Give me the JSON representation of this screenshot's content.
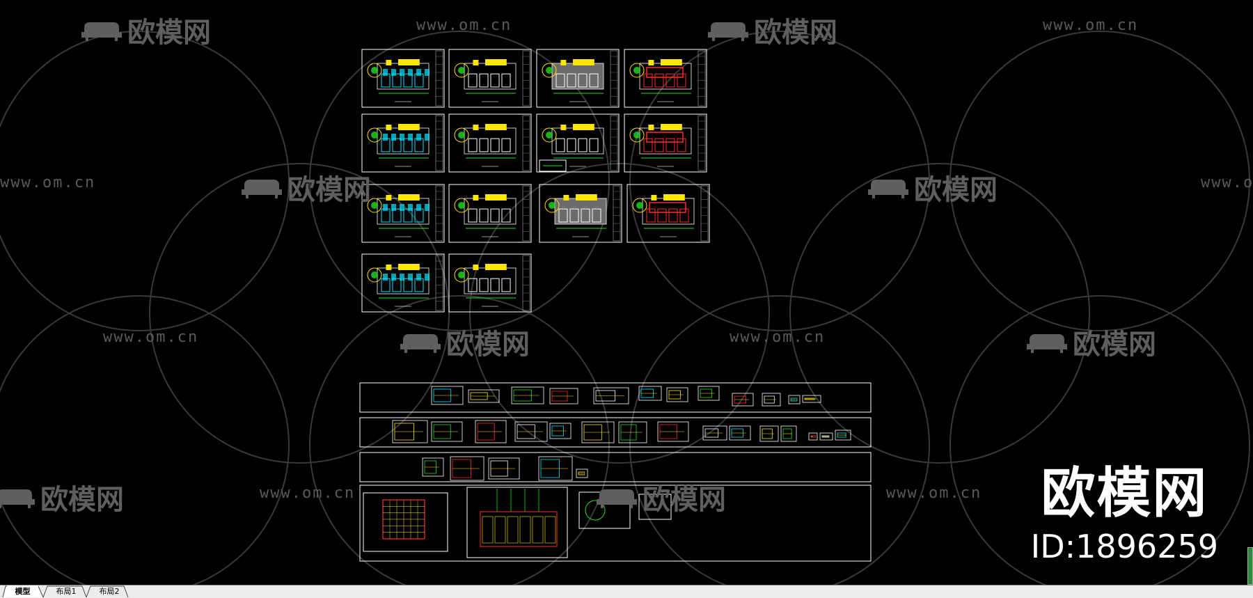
{
  "watermark": {
    "url_text": "www.om.cn",
    "brand_text": "欧模网"
  },
  "brand_overlay": {
    "name": "欧模网",
    "id_label": "ID:1896259"
  },
  "tabs": [
    {
      "label": "模型",
      "active": true
    },
    {
      "label": "布局1",
      "active": false
    },
    {
      "label": "布局2",
      "active": false
    }
  ],
  "colors": {
    "background": "#000000",
    "sheet_border": "#ffffff",
    "cyan": "#00e5ff",
    "yellow": "#ffe600",
    "red": "#ff2a2a",
    "green": "#22dd22",
    "watermark": "#5a5a5a"
  },
  "icons": [
    "sofa-logo-icon",
    "drawing-sheet-icon"
  ]
}
